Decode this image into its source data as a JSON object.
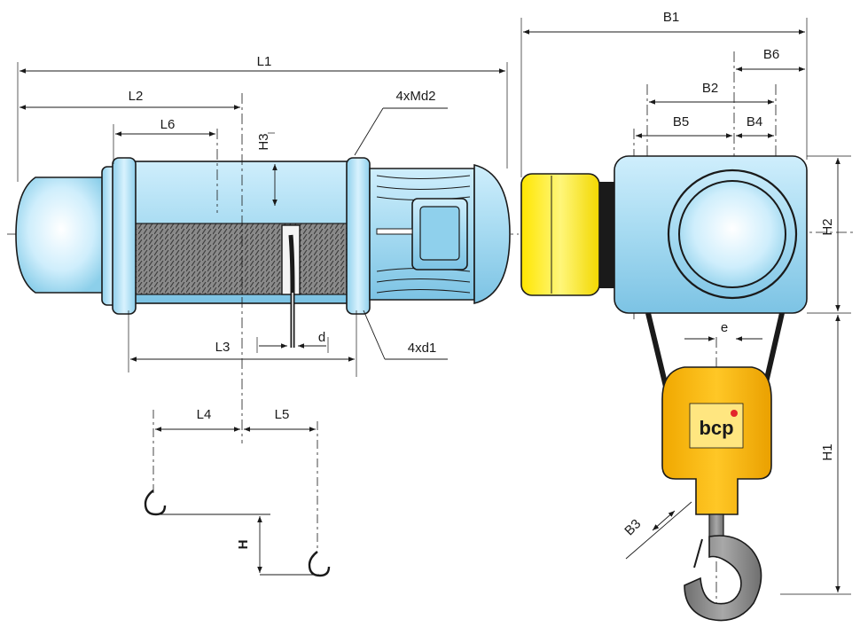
{
  "dimensions": {
    "L1": "L1",
    "L2": "L2",
    "L3": "L3",
    "L4": "L4",
    "L5": "L5",
    "L6": "L6",
    "H": "H",
    "H1": "H1",
    "H2": "H2",
    "H3": "H3",
    "B1": "B1",
    "B2": "B2",
    "B3": "B3",
    "B4": "B4",
    "B5": "B5",
    "B6": "B6",
    "d": "d",
    "e": "e",
    "mount_bolts_top": "4xMd2",
    "mount_holes_bottom": "4xd1"
  },
  "logo": {
    "text": "bcp"
  },
  "colors": {
    "body_blue": "#a9dcf2",
    "body_blue_dark": "#6fb9dc",
    "motor_yellow": "#fff200",
    "hook_block_orange": "#f7b500",
    "hook_grey": "#8c8c8c",
    "drum_grey": "#8a8a8a",
    "logo_blue": "#1b7fc4",
    "logo_red": "#e3262b"
  }
}
